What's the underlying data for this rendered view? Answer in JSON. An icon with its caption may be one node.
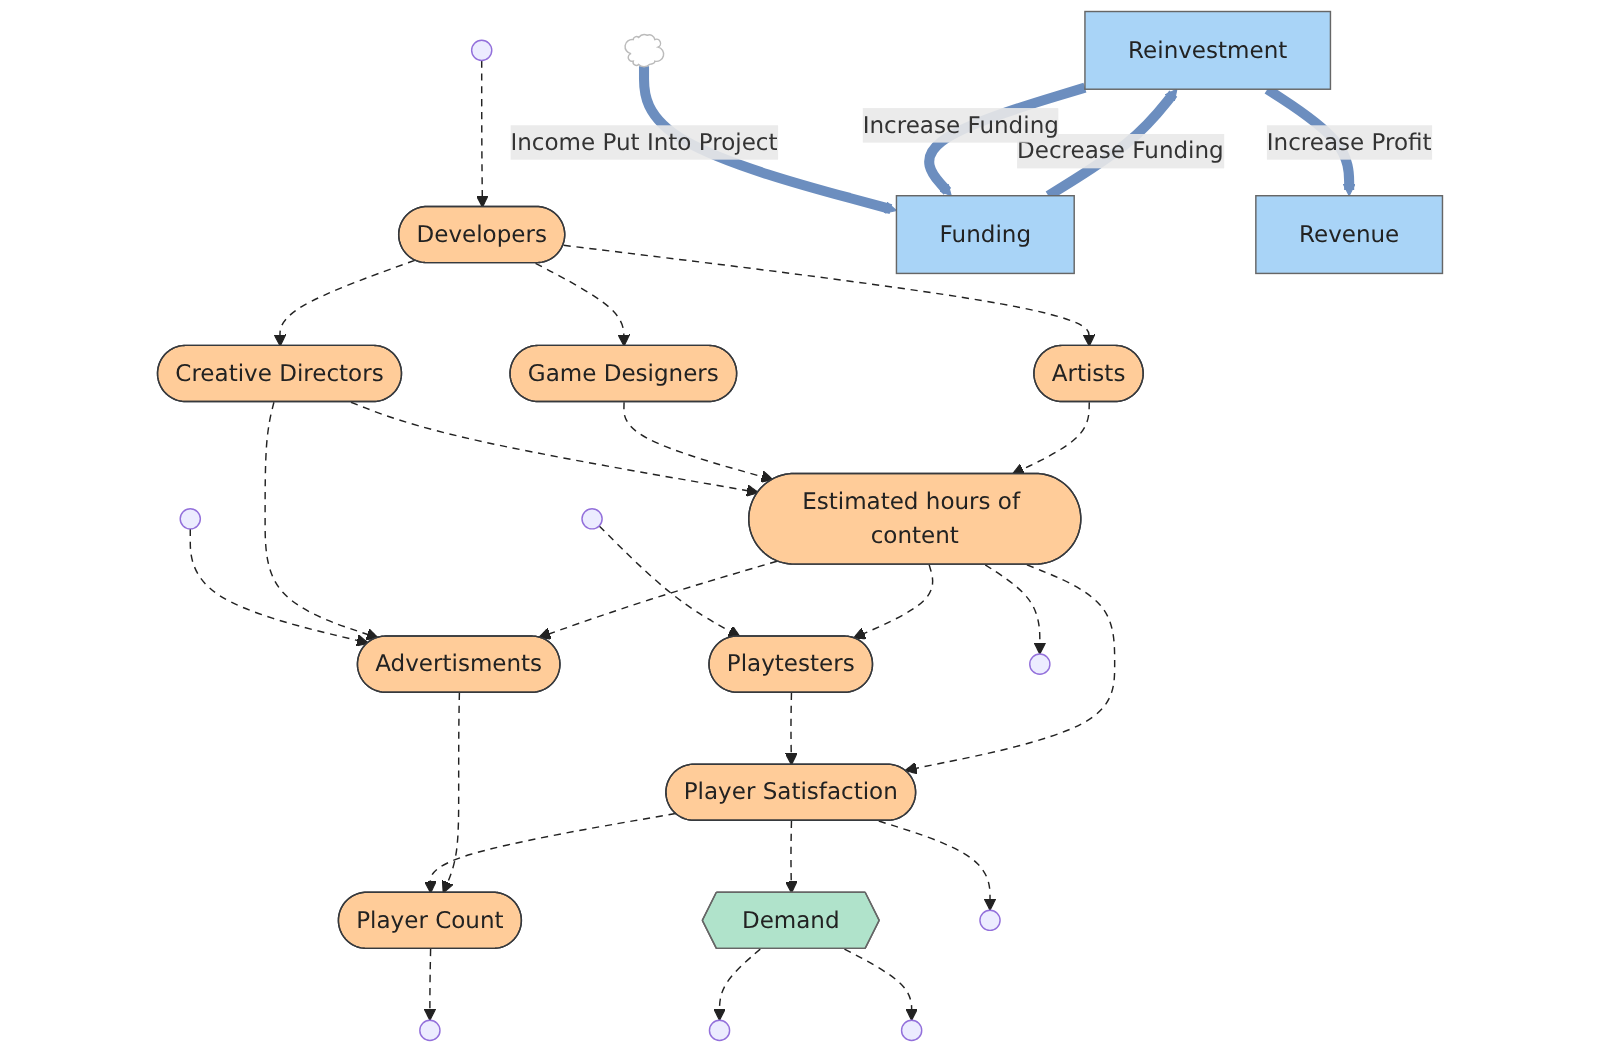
{
  "diagram": {
    "nodes": [
      {
        "text": [
          "Playtesters"
        ]
      },
      {
        "text": [
          "Player Satisfaction"
        ]
      },
      {
        "text": [
          "Player Count"
        ]
      },
      {
        "text": [
          "Estimated hours of content"
        ]
      },
      {
        "text": [
          "Reinvestment"
        ]
      },
      {
        "text": [
          "Demand"
        ]
      },
      {
        "text": [
          "Advertisments"
        ]
      },
      {
        "text": [
          "Developers"
        ]
      },
      {
        "text": [
          "Funding"
        ]
      },
      {
        "text": [
          "Revenue"
        ]
      },
      {
        "text": [
          "Game Designers"
        ]
      },
      {
        "text": [
          "Creative Directors"
        ]
      },
      {
        "text": [
          "Artists"
        ]
      },
      {
        "text": [],
        "shape": "cloud"
      }
    ],
    "edges": [
      {
        "from": 13,
        "to": 8,
        "arrow": "to",
        "label": "Income Put Into Project",
        "style": "thick",
        "color": "#6c8ebf"
      },
      {
        "from": 8,
        "to": 4,
        "arrow": "to",
        "label": "Decrease Funding",
        "style": "thick",
        "color": "#6c8ebf"
      },
      {
        "from": 4,
        "to": 8,
        "arrow": "to",
        "label": "Increase Funding",
        "style": "thick",
        "color": "#6c8ebf"
      },
      {
        "from": 4,
        "to": 9,
        "arrow": "to",
        "label": "Increase Profit",
        "style": "thick",
        "color": "#6c8ebf"
      },
      {
        "from": null,
        "to": 0,
        "arrow": "to",
        "style": "dashed"
      },
      {
        "from": null,
        "to": 6,
        "arrow": "to",
        "style": "dashed"
      },
      {
        "from": null,
        "to": 7,
        "arrow": "to",
        "style": "dashed"
      },
      {
        "from": 0,
        "to": 1,
        "arrow": "to",
        "style": "dashed"
      },
      {
        "from": 3,
        "to": 0,
        "arrow": "to",
        "style": "dashed"
      },
      {
        "from": 3,
        "to": 1,
        "arrow": "to",
        "style": "dashed"
      },
      {
        "from": 1,
        "to": 2,
        "arrow": "to",
        "style": "dashed"
      },
      {
        "from": 1,
        "to": 5,
        "arrow": "to",
        "style": "dashed"
      },
      {
        "from": 1,
        "to": null,
        "arrow": "to",
        "style": "dashed"
      },
      {
        "from": 3,
        "to": null,
        "arrow": "to",
        "style": "dashed"
      },
      {
        "from": 2,
        "to": null,
        "arrow": "to",
        "style": "dashed"
      },
      {
        "from": 6,
        "to": 2,
        "arrow": "to",
        "style": "dashed"
      },
      {
        "from": 5,
        "to": null,
        "arrow": "to",
        "style": "dashed"
      },
      {
        "from": 5,
        "to": null,
        "arrow": "to",
        "style": "dashed"
      },
      {
        "from": 7,
        "to": 10,
        "arrow": "to",
        "style": "dashed"
      },
      {
        "from": 7,
        "to": 11,
        "arrow": "to",
        "style": "dashed"
      },
      {
        "from": 7,
        "to": 12,
        "arrow": "to",
        "style": "dashed"
      },
      {
        "from": 11,
        "to": 6,
        "arrow": "to",
        "style": "dashed"
      },
      {
        "from": 3,
        "to": 6,
        "arrow": "to",
        "style": "dashed"
      },
      {
        "from": 11,
        "to": 3,
        "arrow": "to",
        "style": "dashed"
      },
      {
        "from": 10,
        "to": 3,
        "arrow": "to",
        "style": "dashed"
      },
      {
        "from": 12,
        "to": 3,
        "arrow": "to",
        "style": "dashed"
      }
    ]
  }
}
